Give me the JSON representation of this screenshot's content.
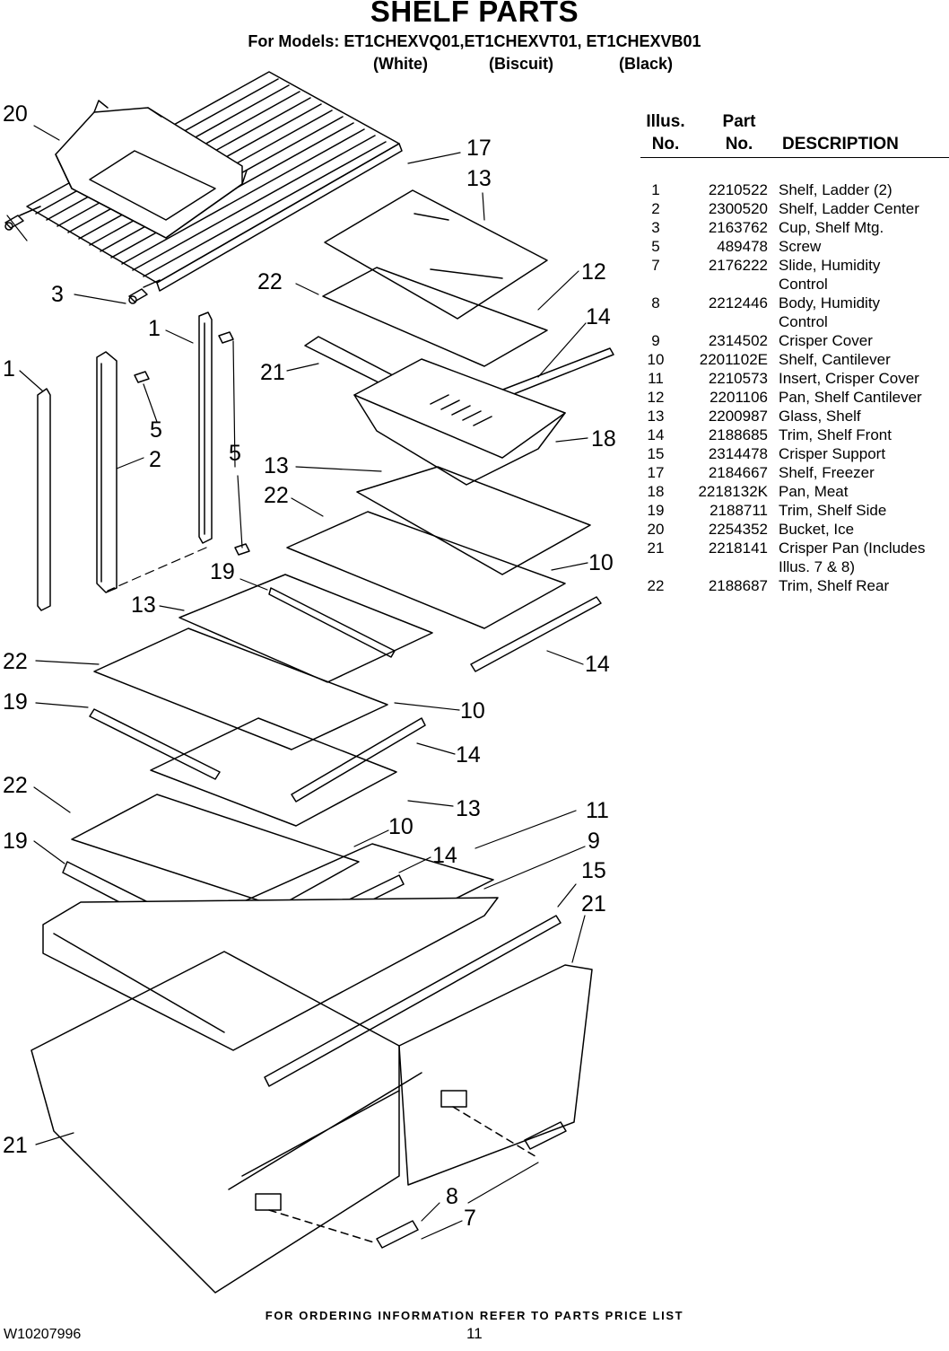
{
  "header": {
    "title": "SHELF PARTS",
    "models": "For Models: ET1CHEXVQ01,ET1CHEXVT01, ET1CHEXVB01",
    "colors": [
      "(White)",
      "(Biscuit)",
      "(Black)"
    ]
  },
  "table": {
    "headers": {
      "illus_line1": "Illus.",
      "illus_line2": "No.",
      "part_line1": "Part",
      "part_line2": "No.",
      "description": "DESCRIPTION"
    },
    "rows": [
      {
        "illus": "1",
        "part": "2210522",
        "desc": "Shelf, Ladder (2)"
      },
      {
        "illus": "2",
        "part": "2300520",
        "desc": "Shelf, Ladder Center"
      },
      {
        "illus": "3",
        "part": "2163762",
        "desc": "Cup, Shelf Mtg."
      },
      {
        "illus": "5",
        "part": "489478",
        "desc": "Screw"
      },
      {
        "illus": "7",
        "part": "2176222",
        "desc": "Slide, Humidity Control"
      },
      {
        "illus": "8",
        "part": "2212446",
        "desc": "Body, Humidity Control"
      },
      {
        "illus": "9",
        "part": "2314502",
        "desc": "Crisper Cover"
      },
      {
        "illus": "10",
        "part": "2201102E",
        "desc": "Shelf, Cantilever"
      },
      {
        "illus": "11",
        "part": "2210573",
        "desc": "Insert, Crisper Cover"
      },
      {
        "illus": "12",
        "part": "2201106",
        "desc": "Pan, Shelf Cantilever"
      },
      {
        "illus": "13",
        "part": "2200987",
        "desc": "Glass, Shelf"
      },
      {
        "illus": "14",
        "part": "2188685",
        "desc": "Trim, Shelf Front"
      },
      {
        "illus": "15",
        "part": "2314478",
        "desc": "Crisper Support"
      },
      {
        "illus": "17",
        "part": "2184667",
        "desc": "Shelf, Freezer"
      },
      {
        "illus": "18",
        "part": "2218132K",
        "desc": "Pan, Meat"
      },
      {
        "illus": "19",
        "part": "2188711",
        "desc": "Trim, Shelf Side"
      },
      {
        "illus": "20",
        "part": "2254352",
        "desc": "Bucket, Ice"
      },
      {
        "illus": "21",
        "part": "2218141",
        "desc": "Crisper Pan (Includes Illus. 7 & 8)"
      },
      {
        "illus": "22",
        "part": "2188687",
        "desc": "Trim, Shelf Rear"
      }
    ]
  },
  "callouts": [
    "20",
    "17",
    "13",
    "3",
    "22",
    "12",
    "14",
    "1",
    "21",
    "1",
    "5",
    "18",
    "2",
    "5",
    "13",
    "22",
    "10",
    "19",
    "13",
    "22",
    "14",
    "19",
    "10",
    "14",
    "22",
    "13",
    "11",
    "10",
    "19",
    "14",
    "9",
    "15",
    "21",
    "21",
    "8",
    "7"
  ],
  "footer": {
    "ordering_note": "FOR ORDERING INFORMATION REFER TO PARTS PRICE LIST",
    "doc_number": "W10207996",
    "page_number": "11"
  }
}
